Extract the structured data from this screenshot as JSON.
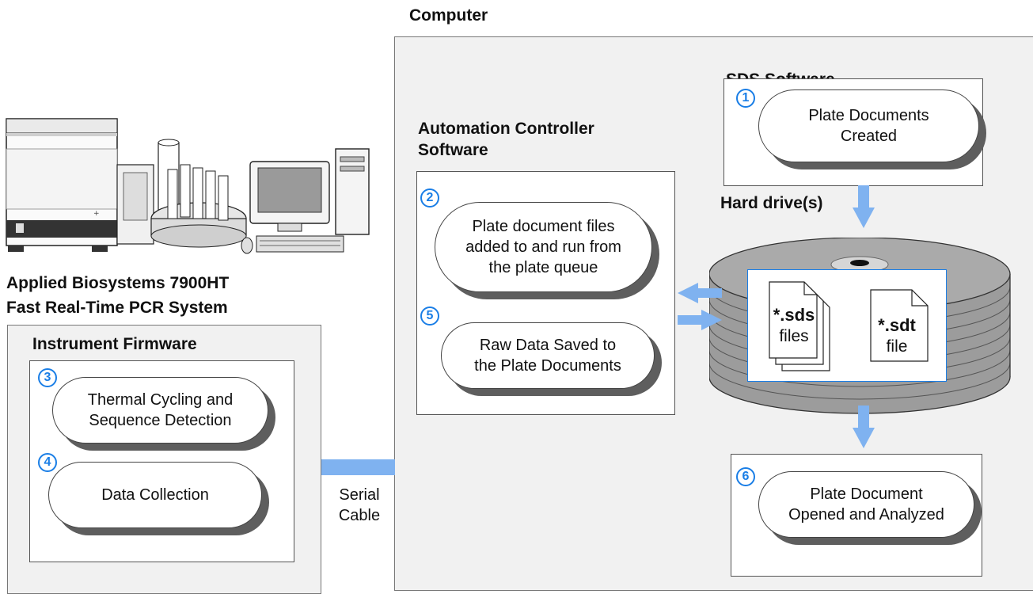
{
  "diagram": {
    "computer_label": "Computer",
    "sds_software_label": "SDS Software",
    "automation_controller_label": "Automation Controller\nSoftware",
    "hard_drive_label": "Hard drive(s)",
    "system_name": "Applied Biosystems 7900HT\nFast Real-Time PCR System",
    "firmware_label": "Instrument Firmware",
    "serial_cable_label": "Serial\nCable",
    "steps": [
      {
        "number": "1",
        "text": "Plate Documents\nCreated"
      },
      {
        "number": "2",
        "text": "Plate document files\nadded to and run from\nthe plate queue"
      },
      {
        "number": "3",
        "text": "Thermal Cycling and\nSequence Detection"
      },
      {
        "number": "4",
        "text": "Data Collection"
      },
      {
        "number": "5",
        "text": "Raw Data Saved to\nthe Plate Documents"
      },
      {
        "number": "6",
        "text": "Plate Document\nOpened and Analyzed"
      }
    ],
    "files": [
      {
        "ext": "*.sds",
        "label": "files"
      },
      {
        "ext": "*.sdt",
        "label": "file"
      }
    ],
    "colors": {
      "accent": "#1a7ee6",
      "arrow": "#7fb2f0",
      "panel": "#f1f1f1",
      "disk": "#a9a9a9"
    },
    "instrument_image": "pcr-instrument-with-computer-illustration"
  }
}
